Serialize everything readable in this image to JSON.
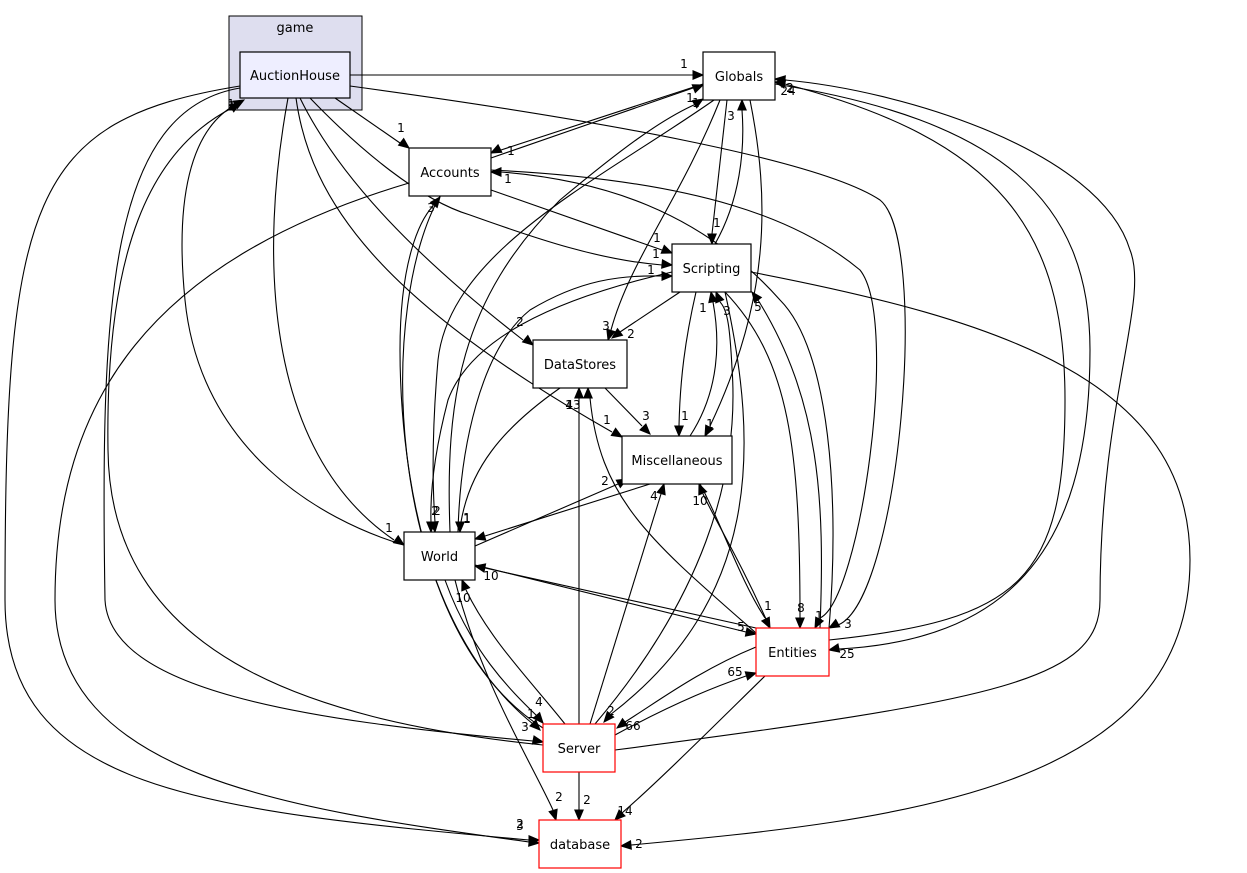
{
  "colors": {
    "cluster_fill": "#dedeef",
    "focus_fill": "#eeeeff",
    "node_fill": "#ffffff",
    "node_stroke": "#000000",
    "incomplete_stroke": "#ff0000",
    "edge": "#000000"
  },
  "cluster": {
    "title": "game"
  },
  "nodes": [
    {
      "id": "auctionhouse",
      "label": "AuctionHouse",
      "style": "focus"
    },
    {
      "id": "globals",
      "label": "Globals",
      "style": "normal"
    },
    {
      "id": "accounts",
      "label": "Accounts",
      "style": "normal"
    },
    {
      "id": "scripting",
      "label": "Scripting",
      "style": "normal"
    },
    {
      "id": "datastores",
      "label": "DataStores",
      "style": "normal"
    },
    {
      "id": "miscellaneous",
      "label": "Miscellaneous",
      "style": "normal"
    },
    {
      "id": "world",
      "label": "World",
      "style": "normal"
    },
    {
      "id": "entities",
      "label": "Entities",
      "style": "incomplete"
    },
    {
      "id": "server",
      "label": "Server",
      "style": "incomplete"
    },
    {
      "id": "database",
      "label": "database",
      "style": "incomplete"
    }
  ],
  "edges": [
    {
      "from": "auctionhouse",
      "to": "globals",
      "label": "1"
    },
    {
      "from": "auctionhouse",
      "to": "accounts",
      "label": "1"
    },
    {
      "from": "auctionhouse",
      "to": "scripting",
      "label": "1"
    },
    {
      "from": "auctionhouse",
      "to": "datastores",
      "label": "2"
    },
    {
      "from": "auctionhouse",
      "to": "miscellaneous",
      "label": "1"
    },
    {
      "from": "auctionhouse",
      "to": "world",
      "label": "1"
    },
    {
      "from": "auctionhouse",
      "to": "entities",
      "label": "3"
    },
    {
      "from": "auctionhouse",
      "to": "server",
      "label": "3"
    },
    {
      "from": "auctionhouse",
      "to": "database",
      "label": "3"
    },
    {
      "from": "globals",
      "to": "accounts",
      "label": "1"
    },
    {
      "from": "globals",
      "to": "scripting",
      "label": "1"
    },
    {
      "from": "globals",
      "to": "datastores",
      "label": "3"
    },
    {
      "from": "globals",
      "to": "miscellaneous",
      "label": "1"
    },
    {
      "from": "globals",
      "to": "world",
      "label": "2"
    },
    {
      "from": "globals",
      "to": "entities",
      "label": "25"
    },
    {
      "from": "accounts",
      "to": "globals",
      "label": "1"
    },
    {
      "from": "accounts",
      "to": "scripting",
      "label": "1"
    },
    {
      "from": "accounts",
      "to": "entities",
      "label": "1"
    },
    {
      "from": "accounts",
      "to": "server",
      "label": "1"
    },
    {
      "from": "accounts",
      "to": "database",
      "label": "2"
    },
    {
      "from": "scripting",
      "to": "globals",
      "label": "3"
    },
    {
      "from": "scripting",
      "to": "datastores",
      "label": "2"
    },
    {
      "from": "scripting",
      "to": "miscellaneous",
      "label": "1"
    },
    {
      "from": "scripting",
      "to": "world",
      "label": "2"
    },
    {
      "from": "scripting",
      "to": "entities",
      "label": "8"
    },
    {
      "from": "scripting",
      "to": "server",
      "label": "2"
    },
    {
      "from": "scripting",
      "to": "database",
      "label": "2"
    },
    {
      "from": "datastores",
      "to": "miscellaneous",
      "label": "3"
    },
    {
      "from": "datastores",
      "to": "world",
      "label": "1"
    },
    {
      "from": "miscellaneous",
      "to": "scripting",
      "label": "1"
    },
    {
      "from": "miscellaneous",
      "to": "world",
      "label": "1"
    },
    {
      "from": "miscellaneous",
      "to": "entities",
      "label": "1"
    },
    {
      "from": "world",
      "to": "auctionhouse",
      "label": "1"
    },
    {
      "from": "world",
      "to": "globals",
      "label": "1"
    },
    {
      "from": "world",
      "to": "scripting",
      "label": "1"
    },
    {
      "from": "world",
      "to": "miscellaneous",
      "label": "2"
    },
    {
      "from": "world",
      "to": "entities",
      "label": "5"
    },
    {
      "from": "world",
      "to": "server",
      "label": "4"
    },
    {
      "from": "world",
      "to": "database",
      "label": "2"
    },
    {
      "from": "entities",
      "to": "globals",
      "label": "24"
    },
    {
      "from": "entities",
      "to": "accounts",
      "label": "1"
    },
    {
      "from": "entities",
      "to": "scripting",
      "label": "5"
    },
    {
      "from": "entities",
      "to": "datastores",
      "label": "43"
    },
    {
      "from": "entities",
      "to": "miscellaneous",
      "label": "10"
    },
    {
      "from": "entities",
      "to": "world",
      "label": "10"
    },
    {
      "from": "entities",
      "to": "server",
      "label": "66"
    },
    {
      "from": "entities",
      "to": "database",
      "label": "14"
    },
    {
      "from": "server",
      "to": "auctionhouse",
      "label": "1"
    },
    {
      "from": "server",
      "to": "globals",
      "label": "2"
    },
    {
      "from": "server",
      "to": "accounts",
      "label": "3"
    },
    {
      "from": "server",
      "to": "scripting",
      "label": "3"
    },
    {
      "from": "server",
      "to": "datastores",
      "label": "1"
    },
    {
      "from": "server",
      "to": "miscellaneous",
      "label": "4"
    },
    {
      "from": "server",
      "to": "world",
      "label": "10"
    },
    {
      "from": "server",
      "to": "entities",
      "label": "65"
    },
    {
      "from": "server",
      "to": "database",
      "label": "2"
    }
  ]
}
